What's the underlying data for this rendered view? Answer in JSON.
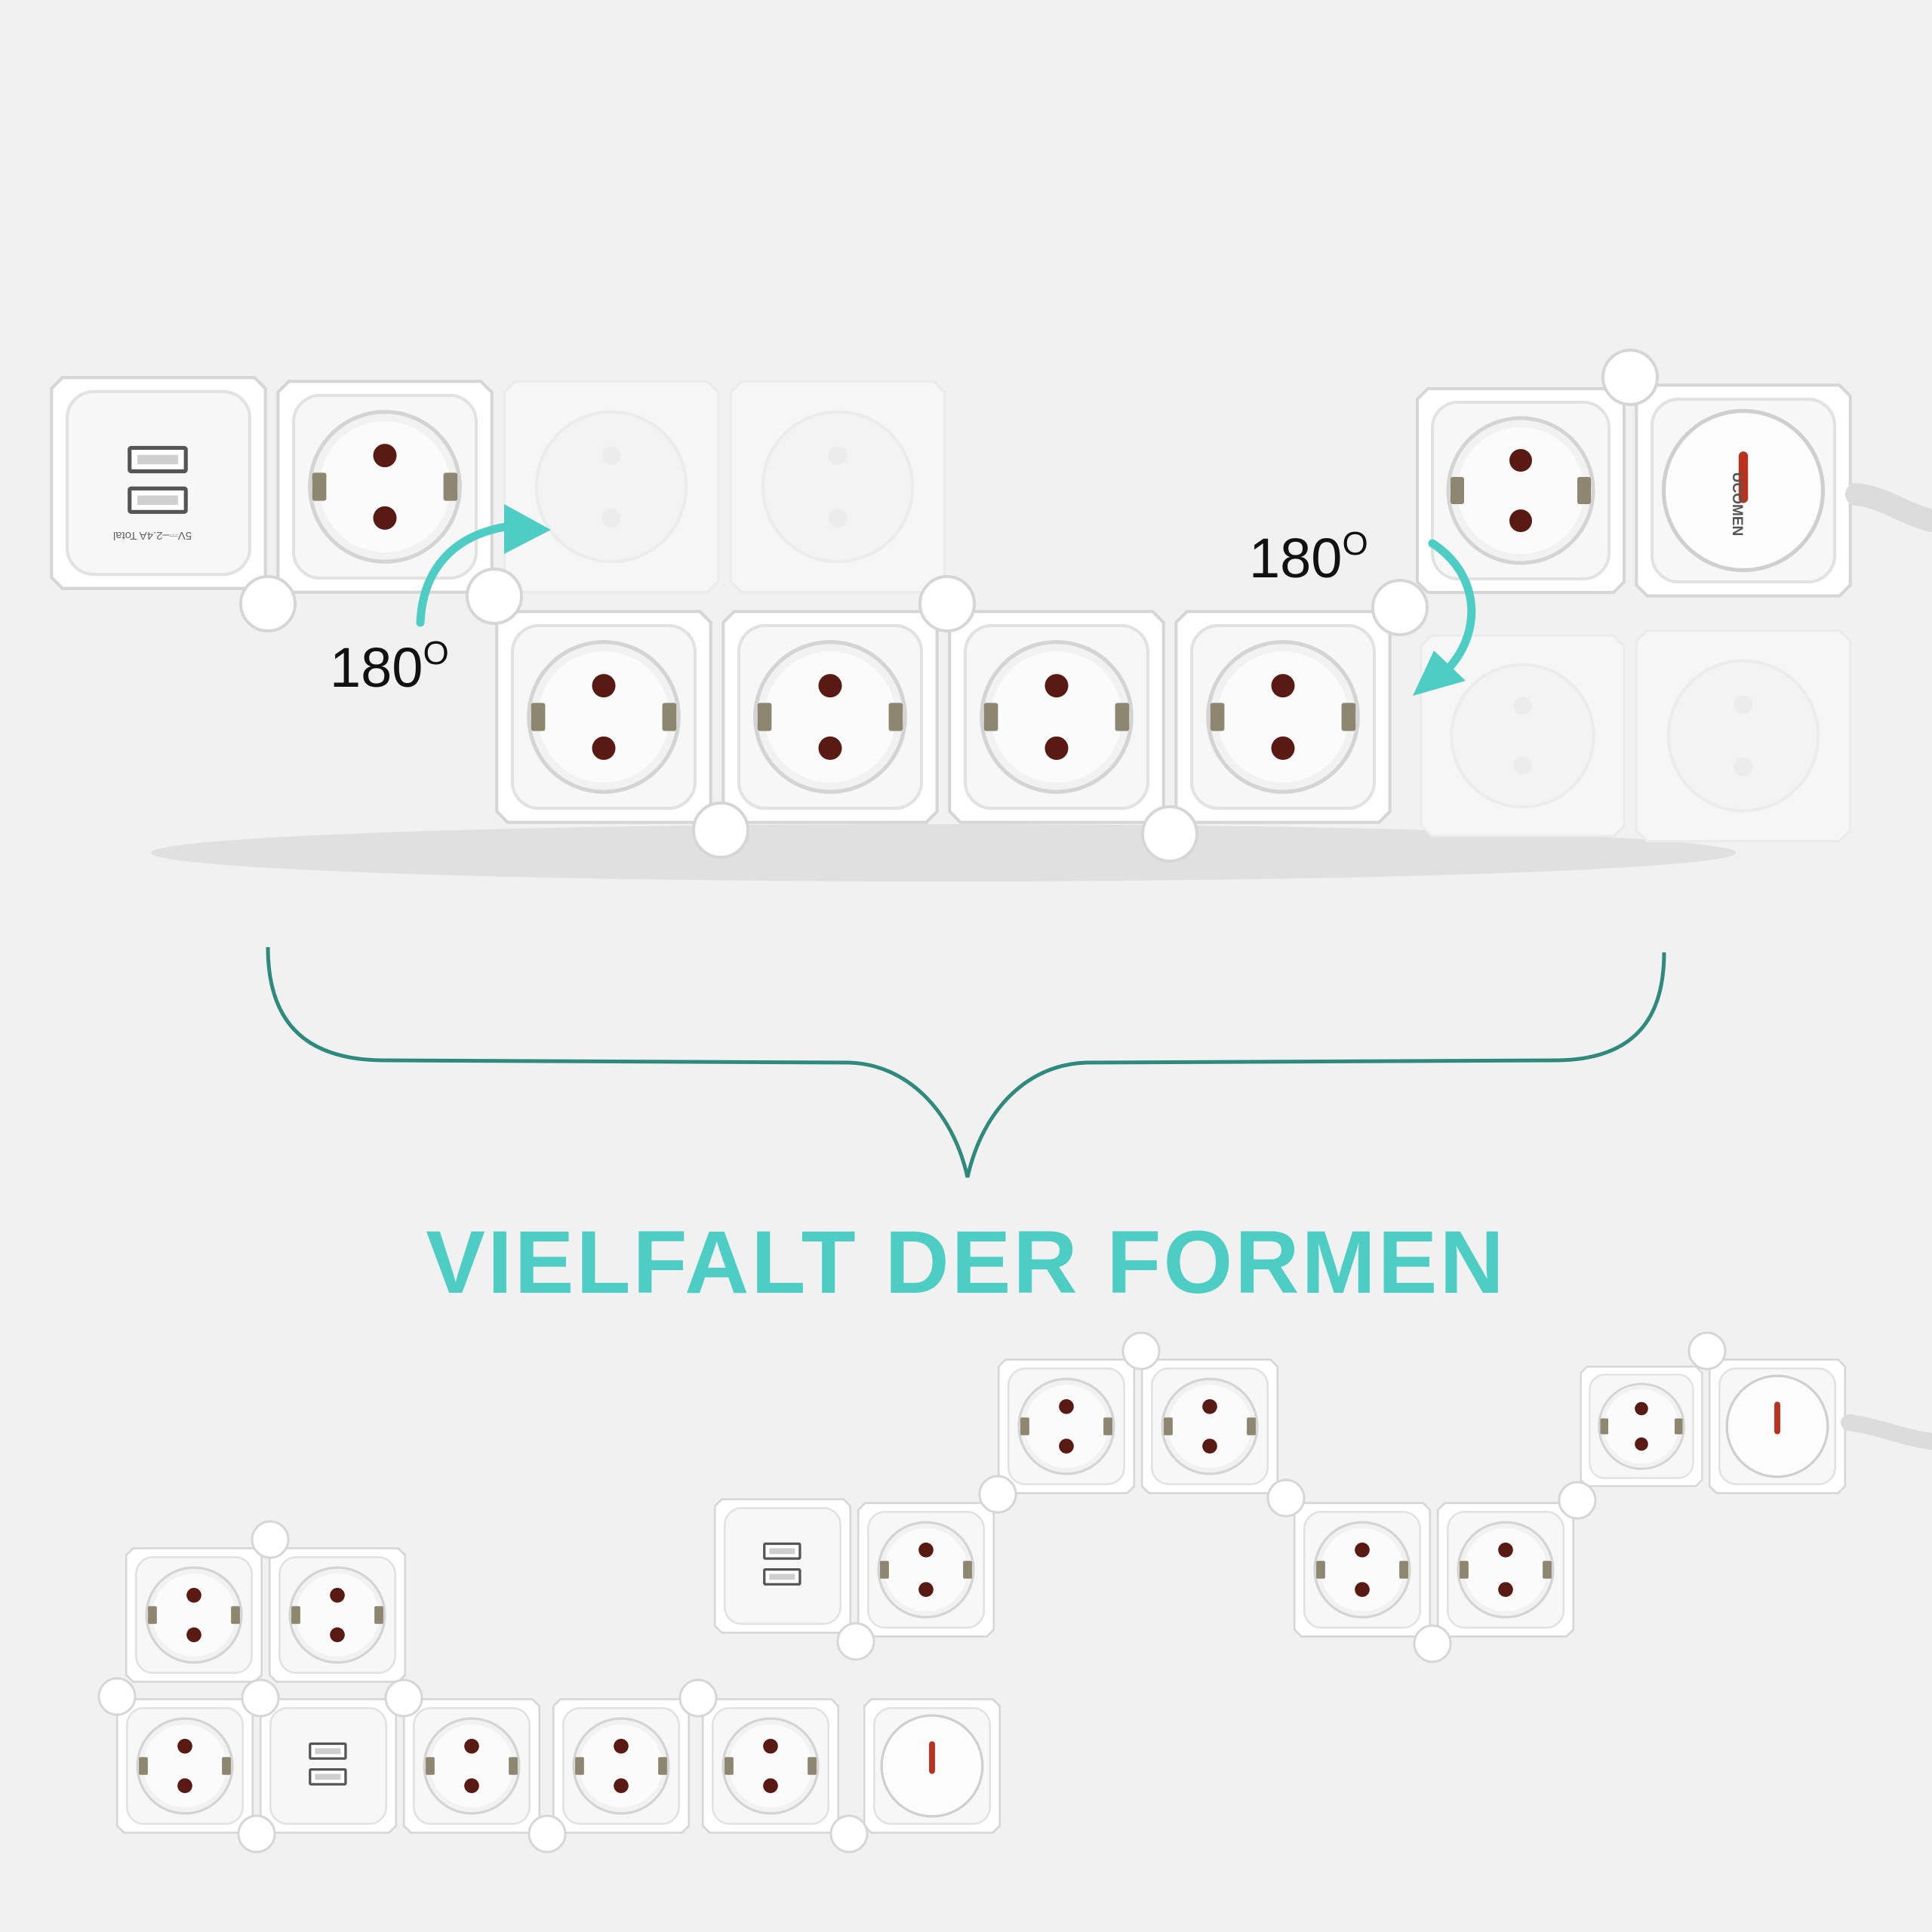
{
  "headline": "VIELFALT DER FORMEN",
  "rotation_labels": [
    "180",
    "180"
  ],
  "degree_symbol": "O",
  "usb_rating_text": "5V⎓–2.4A Total",
  "brand_text": "UCOMEN",
  "colors": {
    "background": "#f1f1f1",
    "accent": "#4ecdc4",
    "brace": "#2e8a7c",
    "module": "#ffffff",
    "module_edge": "#d8d8d8",
    "pin_hole": "#5a1a14",
    "switch_indicator": "#b8321e",
    "text": "#111111"
  },
  "icons": [
    "schuko-socket-icon",
    "usb-port-icon",
    "power-switch-icon",
    "rotate-arrow-icon",
    "curly-brace-icon",
    "power-cable-icon"
  ]
}
